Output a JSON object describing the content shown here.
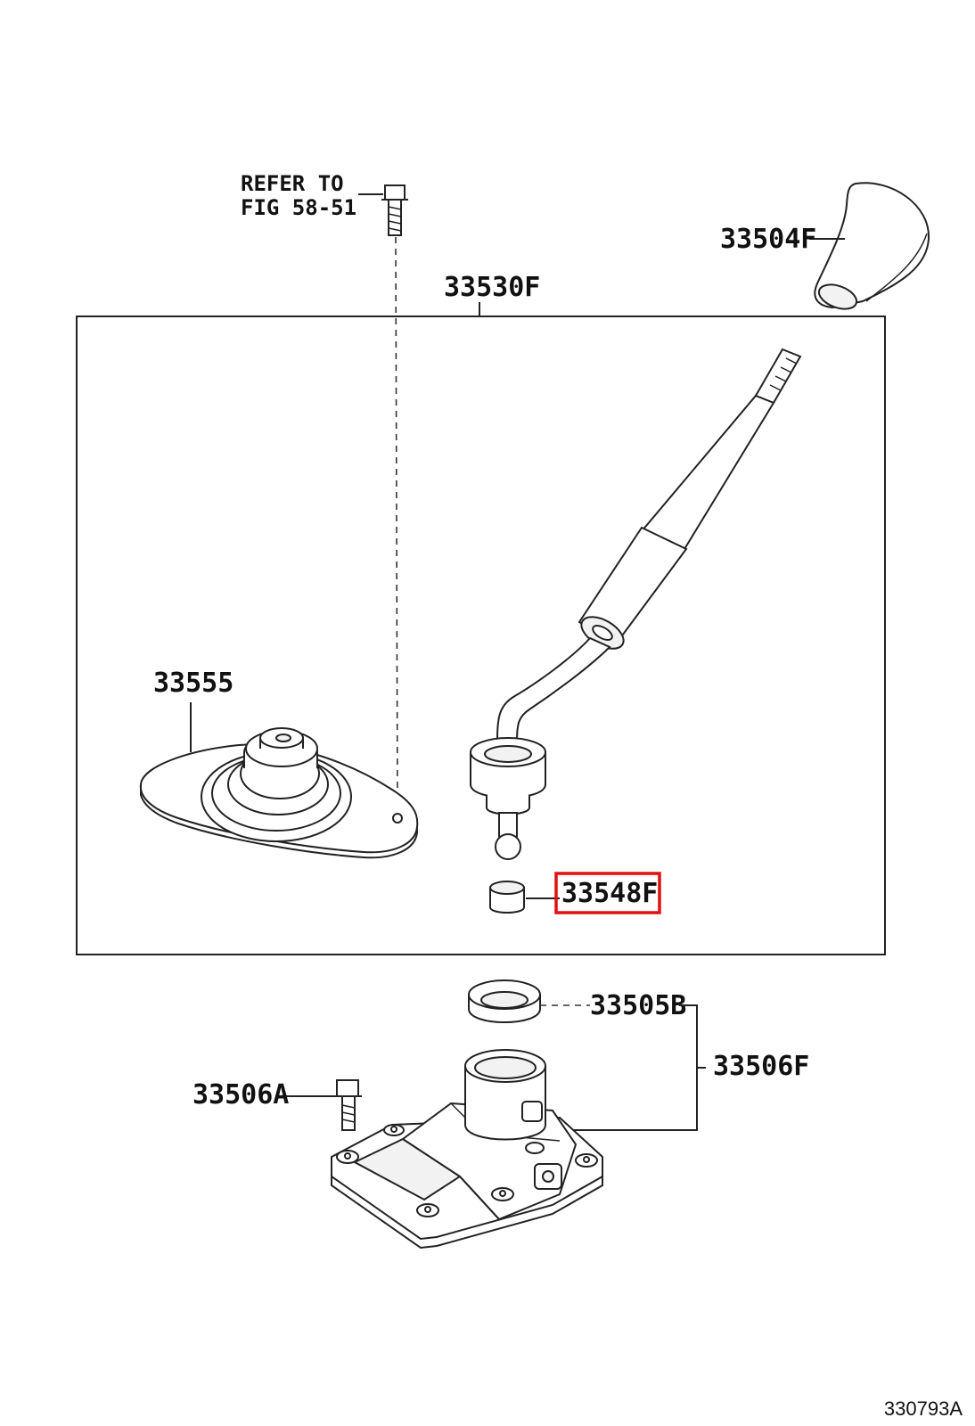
{
  "labels": {
    "refer_line1": "REFER TO",
    "refer_line2": "FIG 58-51",
    "knob": "33504F",
    "lever_assy": "33530F",
    "boot_retainer": "33555",
    "bushing": "33548F",
    "seat": "33505B",
    "housing": "33506F",
    "bolt": "33506A",
    "figure_id": "330793A"
  },
  "highlight_color": "#e01010"
}
